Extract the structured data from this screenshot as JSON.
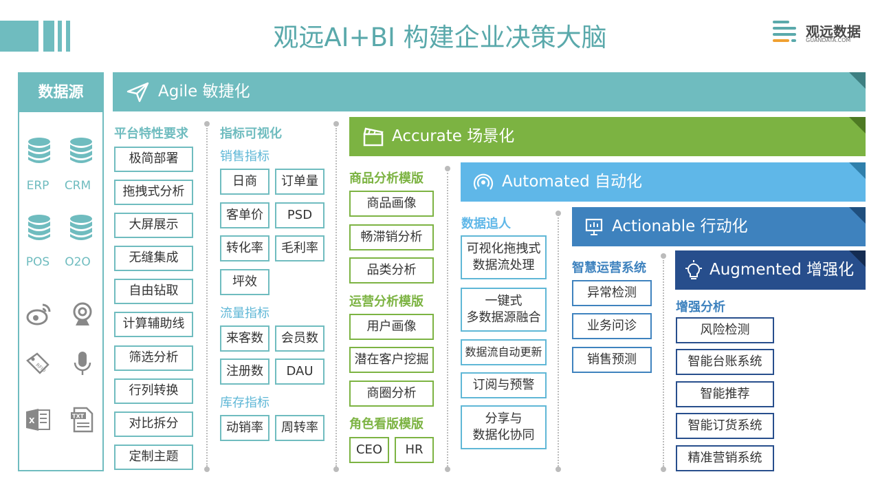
{
  "header": {
    "title": "观远AI+BI 构建企业决策大脑",
    "logo_cn": "观远数据",
    "logo_en": "GUANDATA.COM"
  },
  "data_source": {
    "title": "数据源",
    "labels": [
      "ERP",
      "CRM",
      "POS",
      "O2O"
    ],
    "icons": [
      "database-icon",
      "database-icon",
      "database-icon",
      "database-icon",
      "weibo-icon",
      "webcam-icon",
      "rfid-tag-icon",
      "microphone-icon",
      "excel-icon",
      "txt-file-icon"
    ]
  },
  "bands": {
    "agile": "Agile 敏捷化",
    "accurate": "Accurate 场景化",
    "automated": "Automated 自动化",
    "actionable": "Actionable 行动化",
    "augmented": "Augmented 增强化"
  },
  "platform": {
    "title": "平台特性要求",
    "items": [
      "极简部署",
      "拖拽式分析",
      "大屏展示",
      "无缝集成",
      "自由钻取",
      "计算辅助线",
      "筛选分析",
      "行列转换",
      "对比拆分",
      "定制主题"
    ]
  },
  "indicators": {
    "title": "指标可视化",
    "sales_title": "销售指标",
    "sales_items": [
      "日商",
      "订单量",
      "客单价",
      "PSD",
      "转化率",
      "毛利率",
      "坪效"
    ],
    "traffic_title": "流量指标",
    "traffic_items": [
      "来客数",
      "会员数",
      "注册数",
      "DAU"
    ],
    "stock_title": "库存指标",
    "stock_items": [
      "动销率",
      "周转率"
    ]
  },
  "scenes": {
    "goods_title": "商品分析模版",
    "goods_items": [
      "商品画像",
      "畅滞销分析",
      "品类分析"
    ],
    "ops_title": "运营分析模版",
    "ops_items": [
      "用户画像",
      "潜在客户挖掘",
      "商圈分析"
    ],
    "role_title": "角色看版模版",
    "role_items": [
      "CEO",
      "HR"
    ]
  },
  "automation": {
    "title": "数据追人",
    "items": [
      "可视化拖拽式\n数据流处理",
      "一键式\n多数据源融合",
      "数据流自动更新",
      "订阅与预警",
      "分享与\n数据化协同"
    ]
  },
  "actionable": {
    "title": "智慧运营系统",
    "items": [
      "异常检测",
      "业务问诊",
      "销售预测"
    ]
  },
  "augmented": {
    "title": "增强分析",
    "items": [
      "风险检测",
      "智能台账系统",
      "智能推荐",
      "智能订货系统",
      "精准营销系统"
    ]
  },
  "colors": {
    "teal": "#6fbcbf",
    "green": "#7cb342",
    "sky": "#5fb7d6",
    "blue": "#3e82be",
    "navy": "#274e8c"
  }
}
